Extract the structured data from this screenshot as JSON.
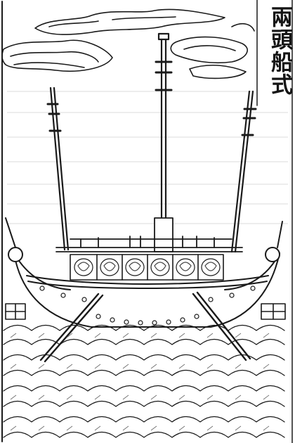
{
  "caption": {
    "title": "兩頭船式"
  },
  "colors": {
    "ink": "#1a1a1a",
    "paper": "#ffffff"
  },
  "illustration": {
    "subject": "woodblock-print-ship",
    "masts": 3,
    "shield_panels": 6
  }
}
